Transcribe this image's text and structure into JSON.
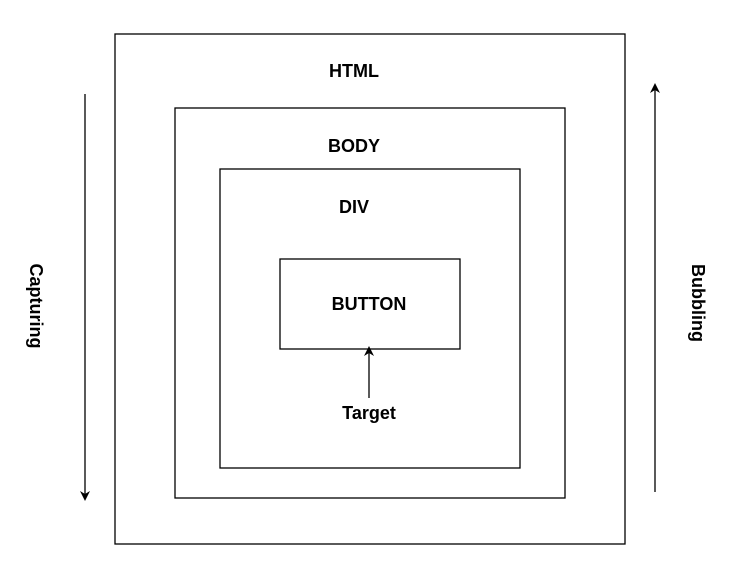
{
  "diagram": {
    "boxes": {
      "html": "HTML",
      "body": "BODY",
      "div": "DIV",
      "button": "BUTTON"
    },
    "target_label": "Target",
    "capturing_label": "Capturing",
    "bubbling_label": "Bubbling"
  },
  "colors": {
    "stroke": "#000000",
    "background": "#ffffff"
  }
}
